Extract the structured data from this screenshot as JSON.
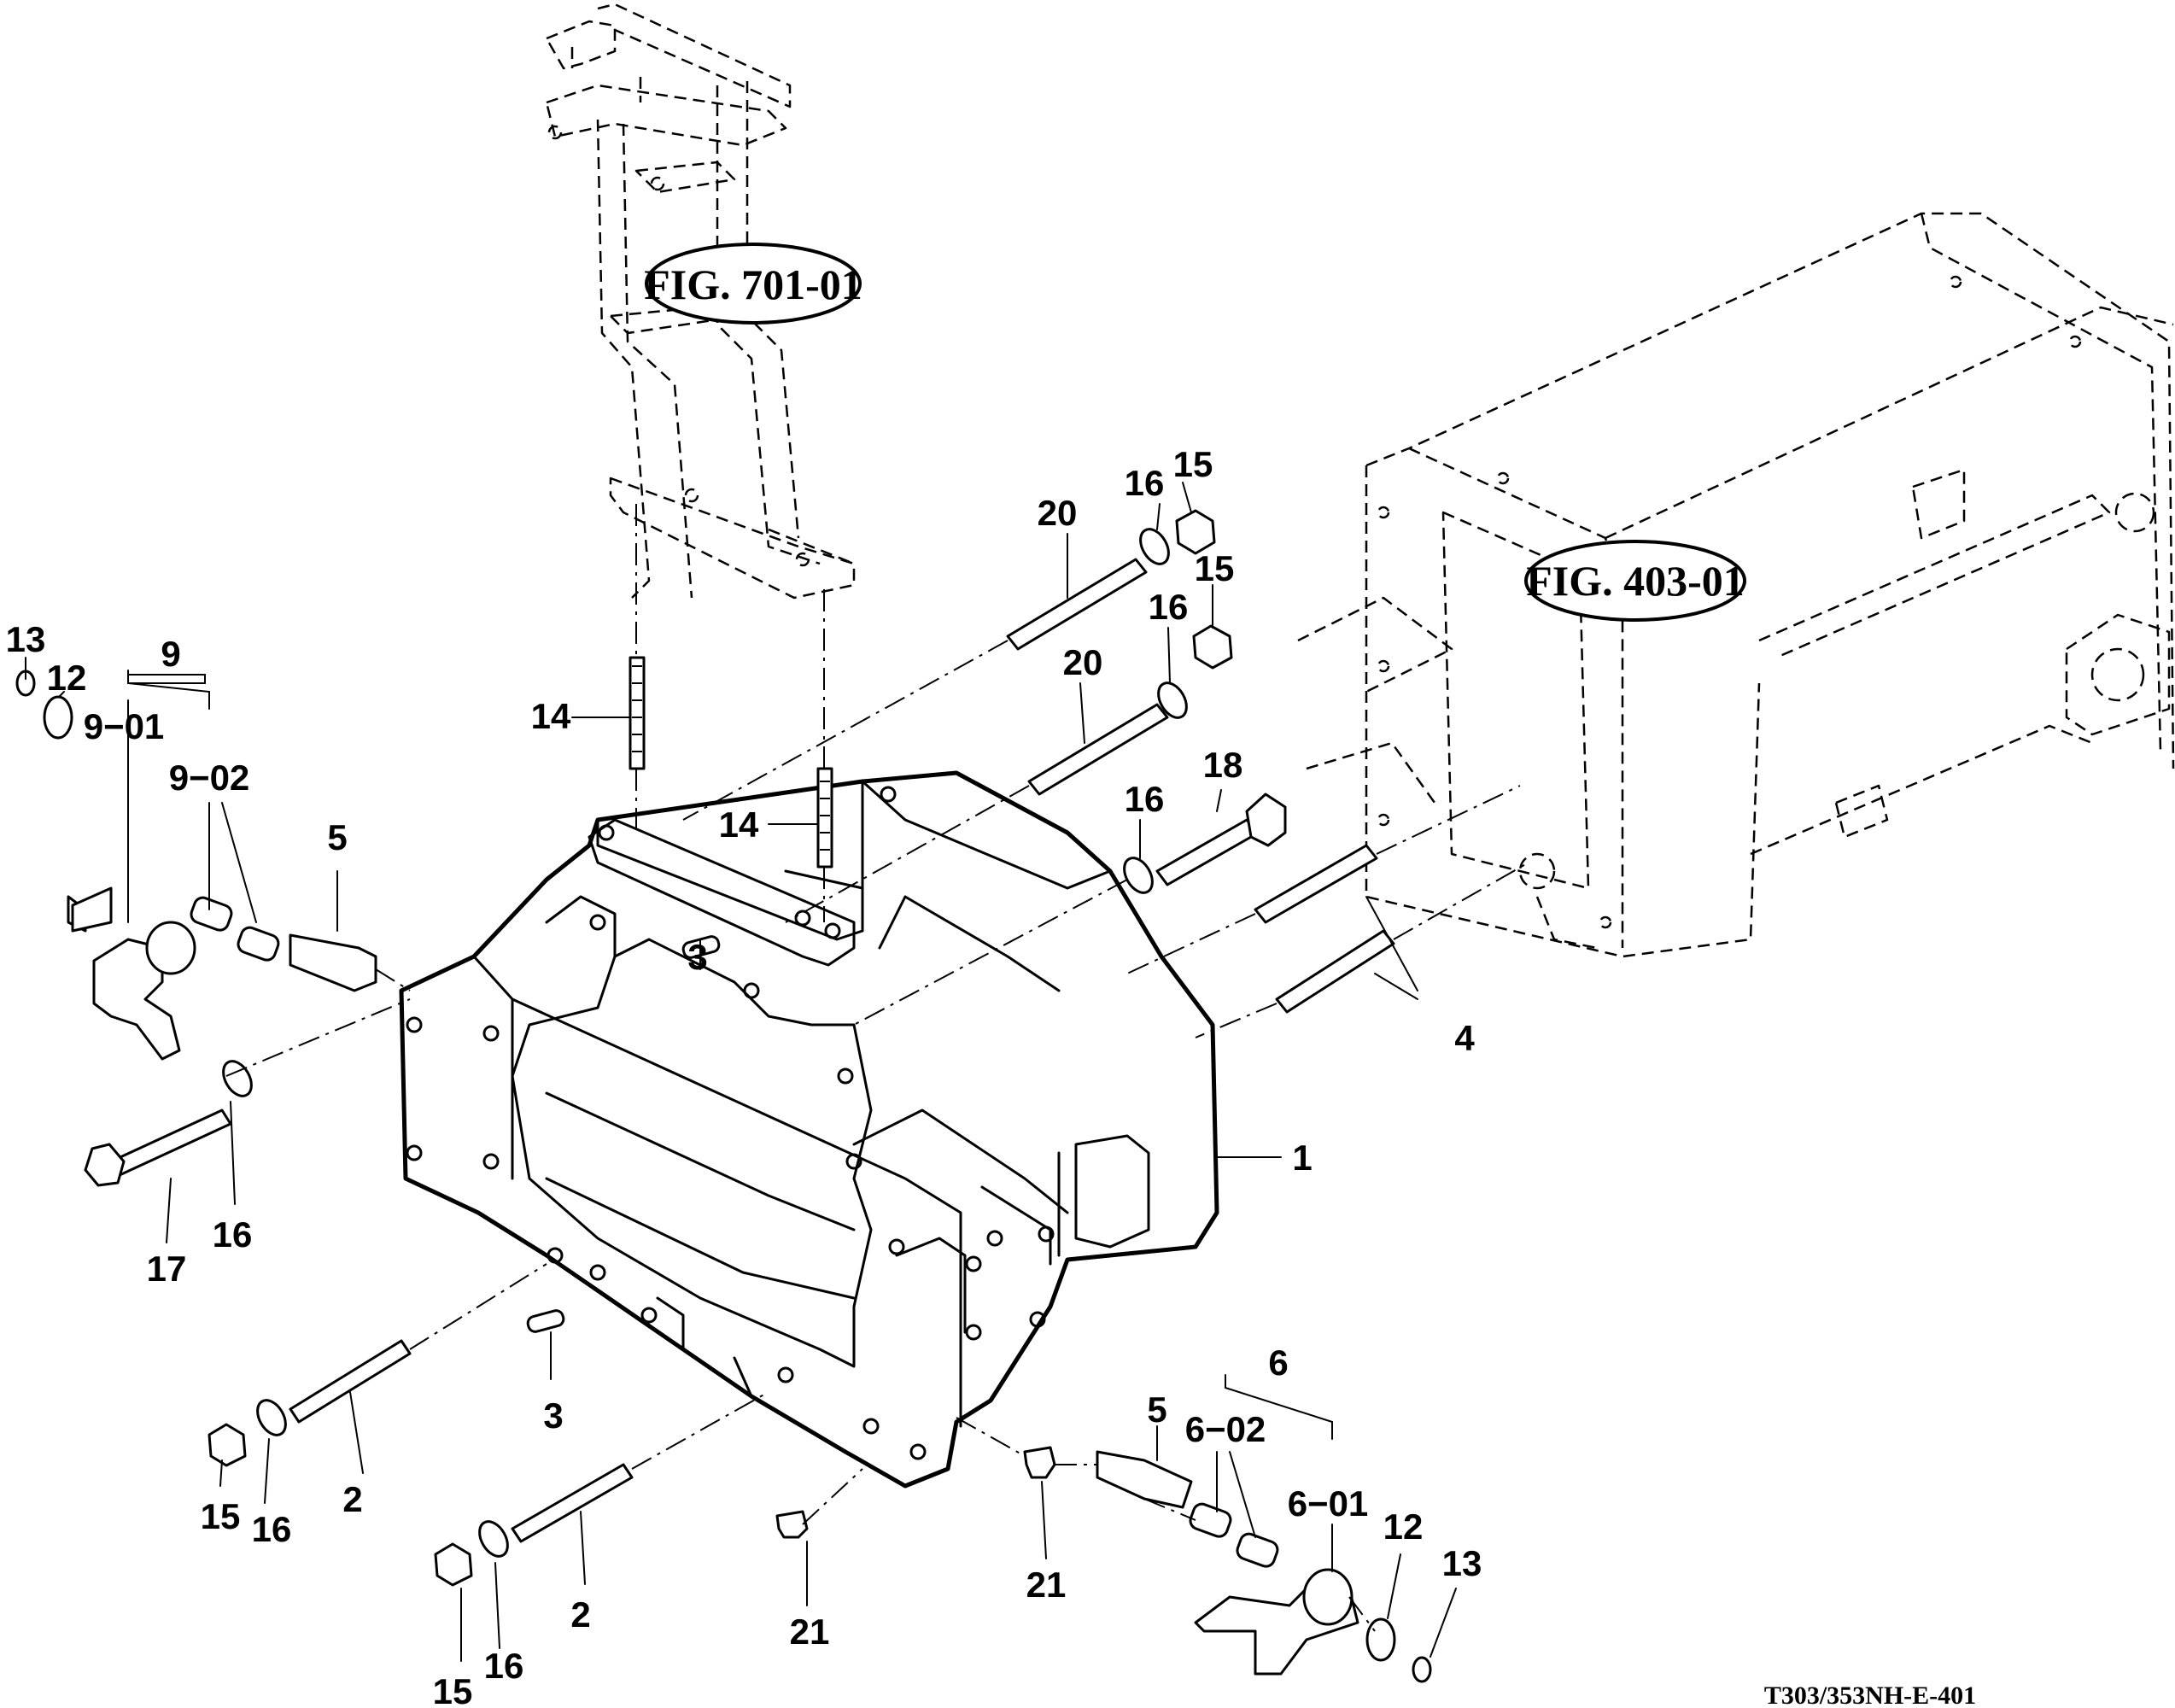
{
  "figure_refs": {
    "fig_701": "FIG. 701-01",
    "fig_403": "FIG. 403-01"
  },
  "drawing_code": "T303/353NH-E-401",
  "callouts": {
    "c1": "1",
    "c2a": "2",
    "c2b": "2",
    "c3a": "3",
    "c3b": "3",
    "c4": "4",
    "c5a": "5",
    "c5b": "5",
    "c6": "6",
    "c6_01": "6−01",
    "c6_02": "6−02",
    "c9": "9",
    "c9_01": "9−01",
    "c9_02": "9−02",
    "c12a": "12",
    "c12b": "12",
    "c13a": "13",
    "c13b": "13",
    "c14a": "14",
    "c14b": "14",
    "c15a": "15",
    "c15b": "15",
    "c15c": "15",
    "c15d": "15",
    "c16a": "16",
    "c16b": "16",
    "c16c": "16",
    "c16d": "16",
    "c16e": "16",
    "c16f": "16",
    "c17": "17",
    "c18": "18",
    "c20a": "20",
    "c20b": "20",
    "c21a": "21",
    "c21b": "21"
  }
}
